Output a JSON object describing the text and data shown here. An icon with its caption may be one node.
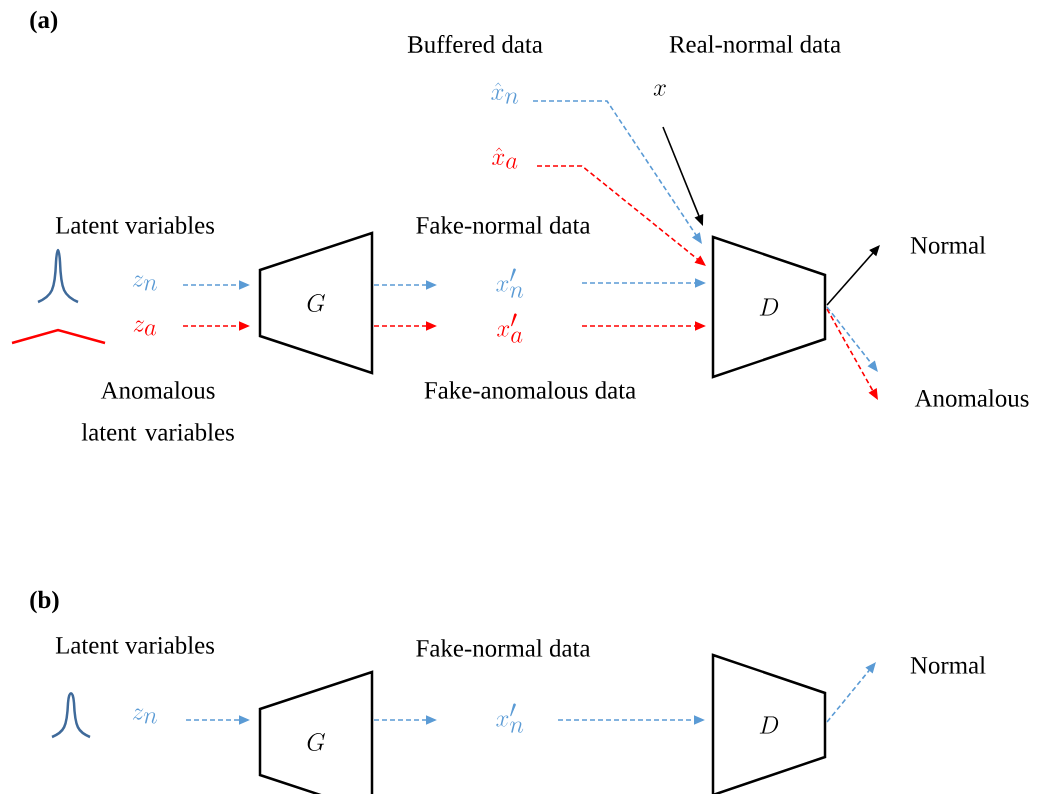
{
  "diagram": {
    "nodes": [
      {
        "text": [
          "z_n"
        ]
      },
      {
        "text": [
          "z_a"
        ]
      },
      {
        "text": [
          "G"
        ]
      },
      {
        "text": [
          "x'_n"
        ]
      },
      {
        "text": [
          "x'_a"
        ]
      },
      {
        "text": [
          "\\hat{x}_n"
        ]
      },
      {
        "text": [
          "\\hat{x}_a"
        ]
      },
      {
        "text": [
          "x"
        ]
      },
      {
        "text": [
          "D"
        ]
      },
      {
        "text": [
          "Normal"
        ]
      },
      {
        "text": [
          "Anomalous"
        ]
      },
      {
        "text": [
          "z_n"
        ]
      },
      {
        "text": [
          "G"
        ]
      },
      {
        "text": [
          "x'_n"
        ]
      },
      {
        "text": [
          "D"
        ]
      },
      {
        "text": [
          "Normal"
        ]
      }
    ],
    "edges": [
      {
        "from": 0,
        "to": 2,
        "arrow": "to",
        "style": "dashed"
      },
      {
        "from": 1,
        "to": 2,
        "arrow": "to",
        "style": "dashed",
        "color": "#ff0000"
      },
      {
        "from": 2,
        "to": 3,
        "arrow": "to",
        "style": "dashed"
      },
      {
        "from": 2,
        "to": 4,
        "arrow": "to",
        "style": "dashed",
        "color": "#ff0000"
      },
      {
        "from": 3,
        "to": 8,
        "arrow": "to",
        "style": "dashed"
      },
      {
        "from": 4,
        "to": 8,
        "arrow": "to",
        "style": "dashed",
        "color": "#ff0000"
      },
      {
        "from": 5,
        "to": 8,
        "arrow": "to",
        "style": "dashed"
      },
      {
        "from": 6,
        "to": 8,
        "arrow": "to",
        "style": "dashed",
        "color": "#ff0000"
      },
      {
        "from": 7,
        "to": 8,
        "arrow": "to",
        "color": "#000000"
      },
      {
        "from": 8,
        "to": 9,
        "arrow": "to",
        "color": "#000000"
      },
      {
        "from": 8,
        "to": 10,
        "arrow": "to",
        "style": "dashed"
      },
      {
        "from": 8,
        "to": 10,
        "arrow": "to",
        "style": "dashed",
        "color": "#ff0000"
      },
      {
        "from": 11,
        "to": 12,
        "arrow": "to",
        "style": "dashed"
      },
      {
        "from": 12,
        "to": 13,
        "arrow": "to",
        "style": "dashed"
      },
      {
        "from": 13,
        "to": 14,
        "arrow": "to",
        "style": "dashed"
      },
      {
        "from": 14,
        "to": 15,
        "arrow": "to",
        "style": "dashed"
      }
    ],
    "labels": [
      "(a)",
      "Buffered data",
      "Real-normal data",
      "Latent variables",
      "Fake-normal data",
      "Anomalous latent variables",
      "Fake-anomalous data",
      "(b)",
      "Latent variables",
      "Fake-normal data"
    ]
  }
}
